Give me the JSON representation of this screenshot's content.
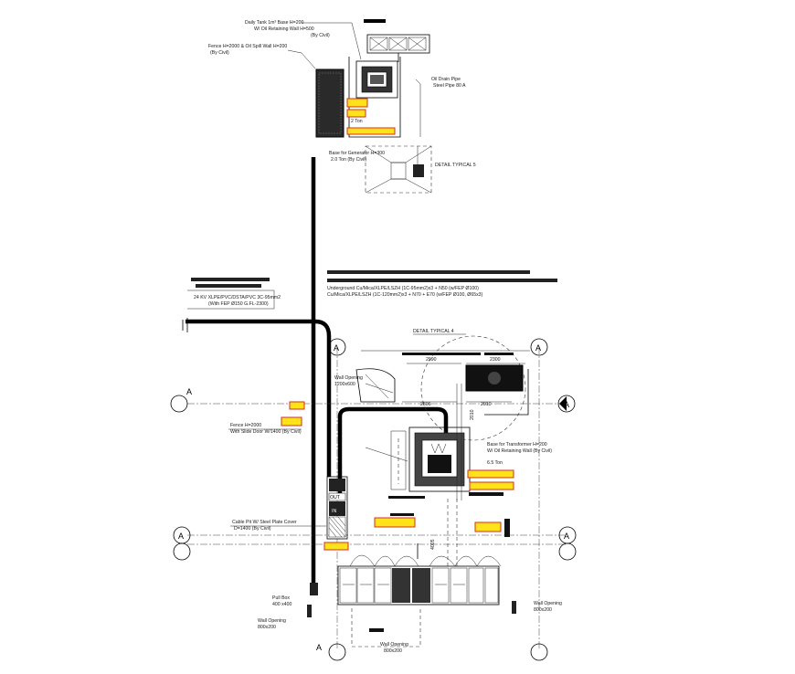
{
  "drawing": {
    "labels": {
      "daily_tank": "Daily Tank 1m³ Base H=200",
      "oil_retaining_wall": "W/ Oil Retaining Wall H=500",
      "by_civil": "(By Civil)",
      "fence_spill": "Fence H=2000 & Oil Spill Wall H=200",
      "fence_spill_civil": "(By Civil)",
      "oil_drain_pipe": "Oil Drain Pipe",
      "steel_pipe": "Steel Pipe 80 A",
      "two_ton": "2 Ton",
      "base_generator": "Base for Generator H=300",
      "base_generator_2": "2.0 Ton (By Civil)",
      "detail_typical_5": "DETAIL TYPICAL 5",
      "ug_cable_1": "Underground Cu/Mica/XLPE/LSZH (1C-95mm2)x3 + N50 (w/FEP Ø100)",
      "ug_cable_2": "Cu/Mica/XLPE/LSZH (1C-120mm2)x3 + N70 + E70 (w/FEP Ø100, Ø65x3)",
      "hv_cable_1": "24 KV XLPE/PVC/DSTA/PVC 3C-95mm2",
      "hv_cable_2": "(With FEP Ø150 G.FL-2300)",
      "detail_typical_4": "DETAIL TYPICAL 4",
      "wall_opening_top": "Wall Opening",
      "wall_opening_top_2": "1200x600",
      "fence_slide": "Fence H=2000",
      "fence_slide_2": "With Slide Door W/1400 (By Civil)",
      "base_transformer": "Base for Transformer H=200",
      "base_transformer_2": "W/ Oil Retaining Wall (By Civil)",
      "six_five_ton": "6.5 Ton",
      "cable_pit": "Cable Pit W/ Steel Plate Cover",
      "cable_pit_2": "D=1400 (By Civil)",
      "pull_box": "Pull Box",
      "pull_box_2": "400 x400",
      "wall_opening_bl": "Wall Opening",
      "wall_opening_bl_2": "800x200",
      "wall_opening_bot": "Wall Opening",
      "wall_opening_bot_2": "800x200",
      "wall_opening_br": "Wall Opening",
      "wall_opening_br_2": "800x200",
      "out_label": "OUT",
      "in_label": "IN",
      "dim_2990": "2990",
      "dim_2300": "2300",
      "dim_2806": "2806",
      "dim_2010": "2010",
      "dim_4005": "4005"
    },
    "axes": {
      "a": "A"
    },
    "colors": {
      "line": "#000000",
      "highlight_fill": "#ffe21a",
      "highlight_border": "#d03020",
      "background": "#ffffff"
    }
  }
}
